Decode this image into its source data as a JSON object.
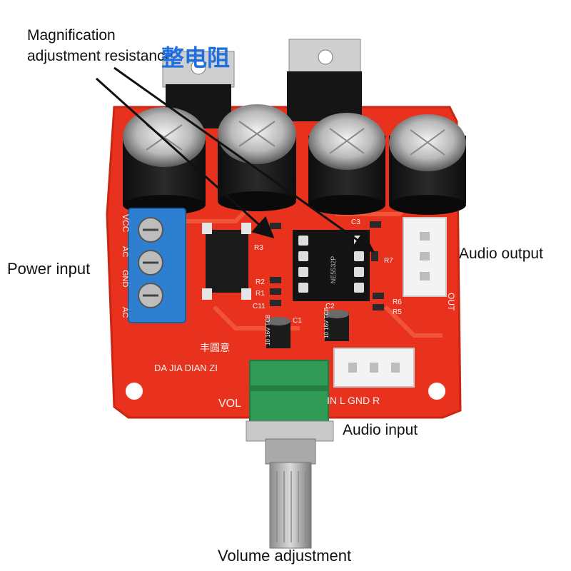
{
  "annotations": {
    "magnification_line1": "Magnification",
    "magnification_line2": "adjustment resistance",
    "chinese_label": "整电阻",
    "power_input": "Power input",
    "audio_output": "Audio output",
    "audio_input": "Audio input",
    "volume_adjustment": "Volume adjustment"
  },
  "board_silkscreen": {
    "vcc": "VCC",
    "ac1": "AC",
    "gnd": "GND",
    "ac2": "AC",
    "r3": "R3",
    "r2": "R2",
    "r1": "R1",
    "c11": "C11",
    "c1": "C1",
    "c2": "C2",
    "c3": "C3",
    "r7": "R7",
    "r6": "R6",
    "r5": "R5",
    "out": "OUT",
    "brand_cn": "丰圆意",
    "brand_pinyin": "DA JIA DIAN ZI",
    "vol": "VOL",
    "in_l_gnd_r": "IN L GND R",
    "chip_marking": "NE5532P",
    "cap_small_1": "10 16V TCB",
    "cap_small_2": "10 16V TCB"
  },
  "colors": {
    "pcb": "#e8321e",
    "terminal_block": "#2f7fd0",
    "potentiometer": "#2e9a55",
    "arrow": "#111111",
    "label_blue": "#1f6fe0"
  }
}
